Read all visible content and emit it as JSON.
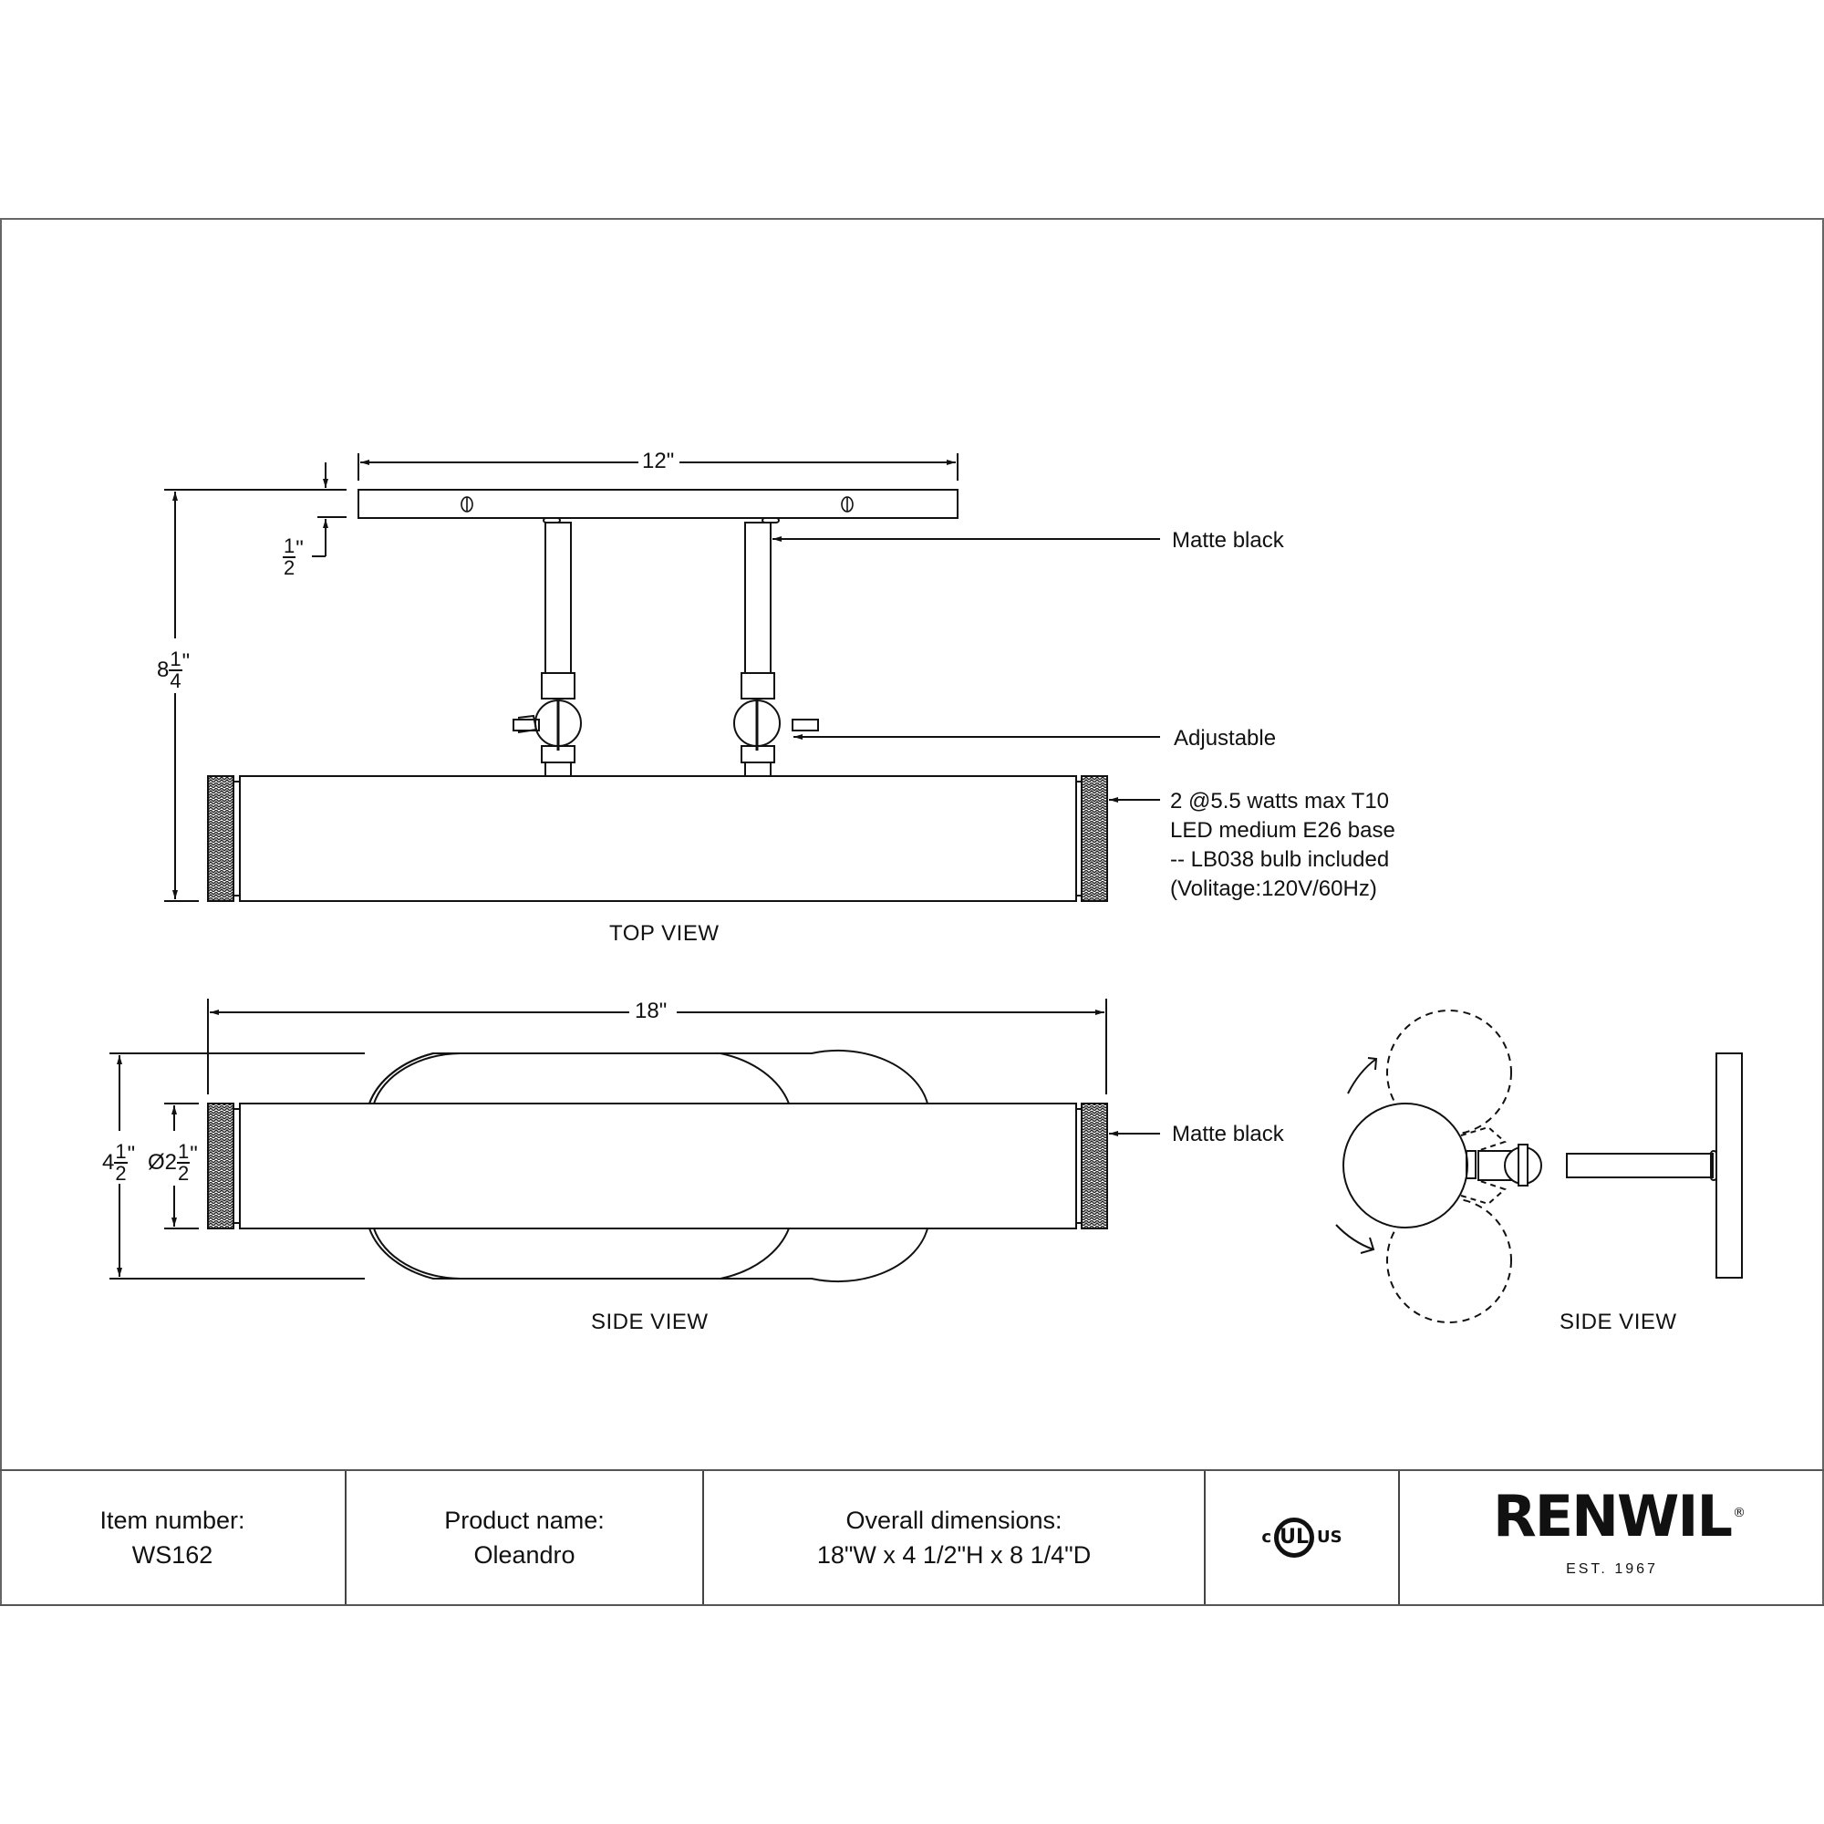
{
  "drawing": {
    "top_view": {
      "label": "TOP VIEW",
      "dimensions": {
        "width": "12\"",
        "plate_thickness": {
          "whole": "",
          "num": "1",
          "den": "2",
          "unit": "\""
        },
        "depth": {
          "whole": "8",
          "num": "1",
          "den": "4",
          "unit": "\""
        }
      },
      "callouts": {
        "finish": "Matte black",
        "adjustable": "Adjustable",
        "lamp_spec": [
          "2 @5.5 watts max T10",
          "LED medium E26 base",
          "-- LB038 bulb included",
          "(Volitage:120V/60Hz)"
        ]
      }
    },
    "side_view_front": {
      "label": "SIDE VIEW",
      "dimensions": {
        "width": "18\"",
        "height": {
          "whole": "4",
          "num": "1",
          "den": "2",
          "unit": "\""
        },
        "diameter": {
          "whole": "Ø2",
          "num": "1",
          "den": "2",
          "unit": "\""
        }
      },
      "callouts": {
        "finish": "Matte black"
      }
    },
    "side_view_profile": {
      "label": "SIDE VIEW"
    }
  },
  "title_block": {
    "item_number": {
      "label": "Item number:",
      "value": "WS162"
    },
    "product_name": {
      "label": "Product name:",
      "value": "Oleandro"
    },
    "overall_dimensions": {
      "label": "Overall dimensions:",
      "value": "18\"W x 4 1/2\"H x 8 1/4\"D"
    },
    "certification": {
      "c": "c",
      "mark": "UL",
      "us": "US",
      "icon": "cul-us-listed-icon"
    },
    "brand": {
      "name": "RENWIL",
      "registered": "®",
      "tagline": "EST. 1967"
    }
  },
  "colors": {
    "line": "#111111",
    "border": "#666666",
    "background": "#ffffff"
  }
}
